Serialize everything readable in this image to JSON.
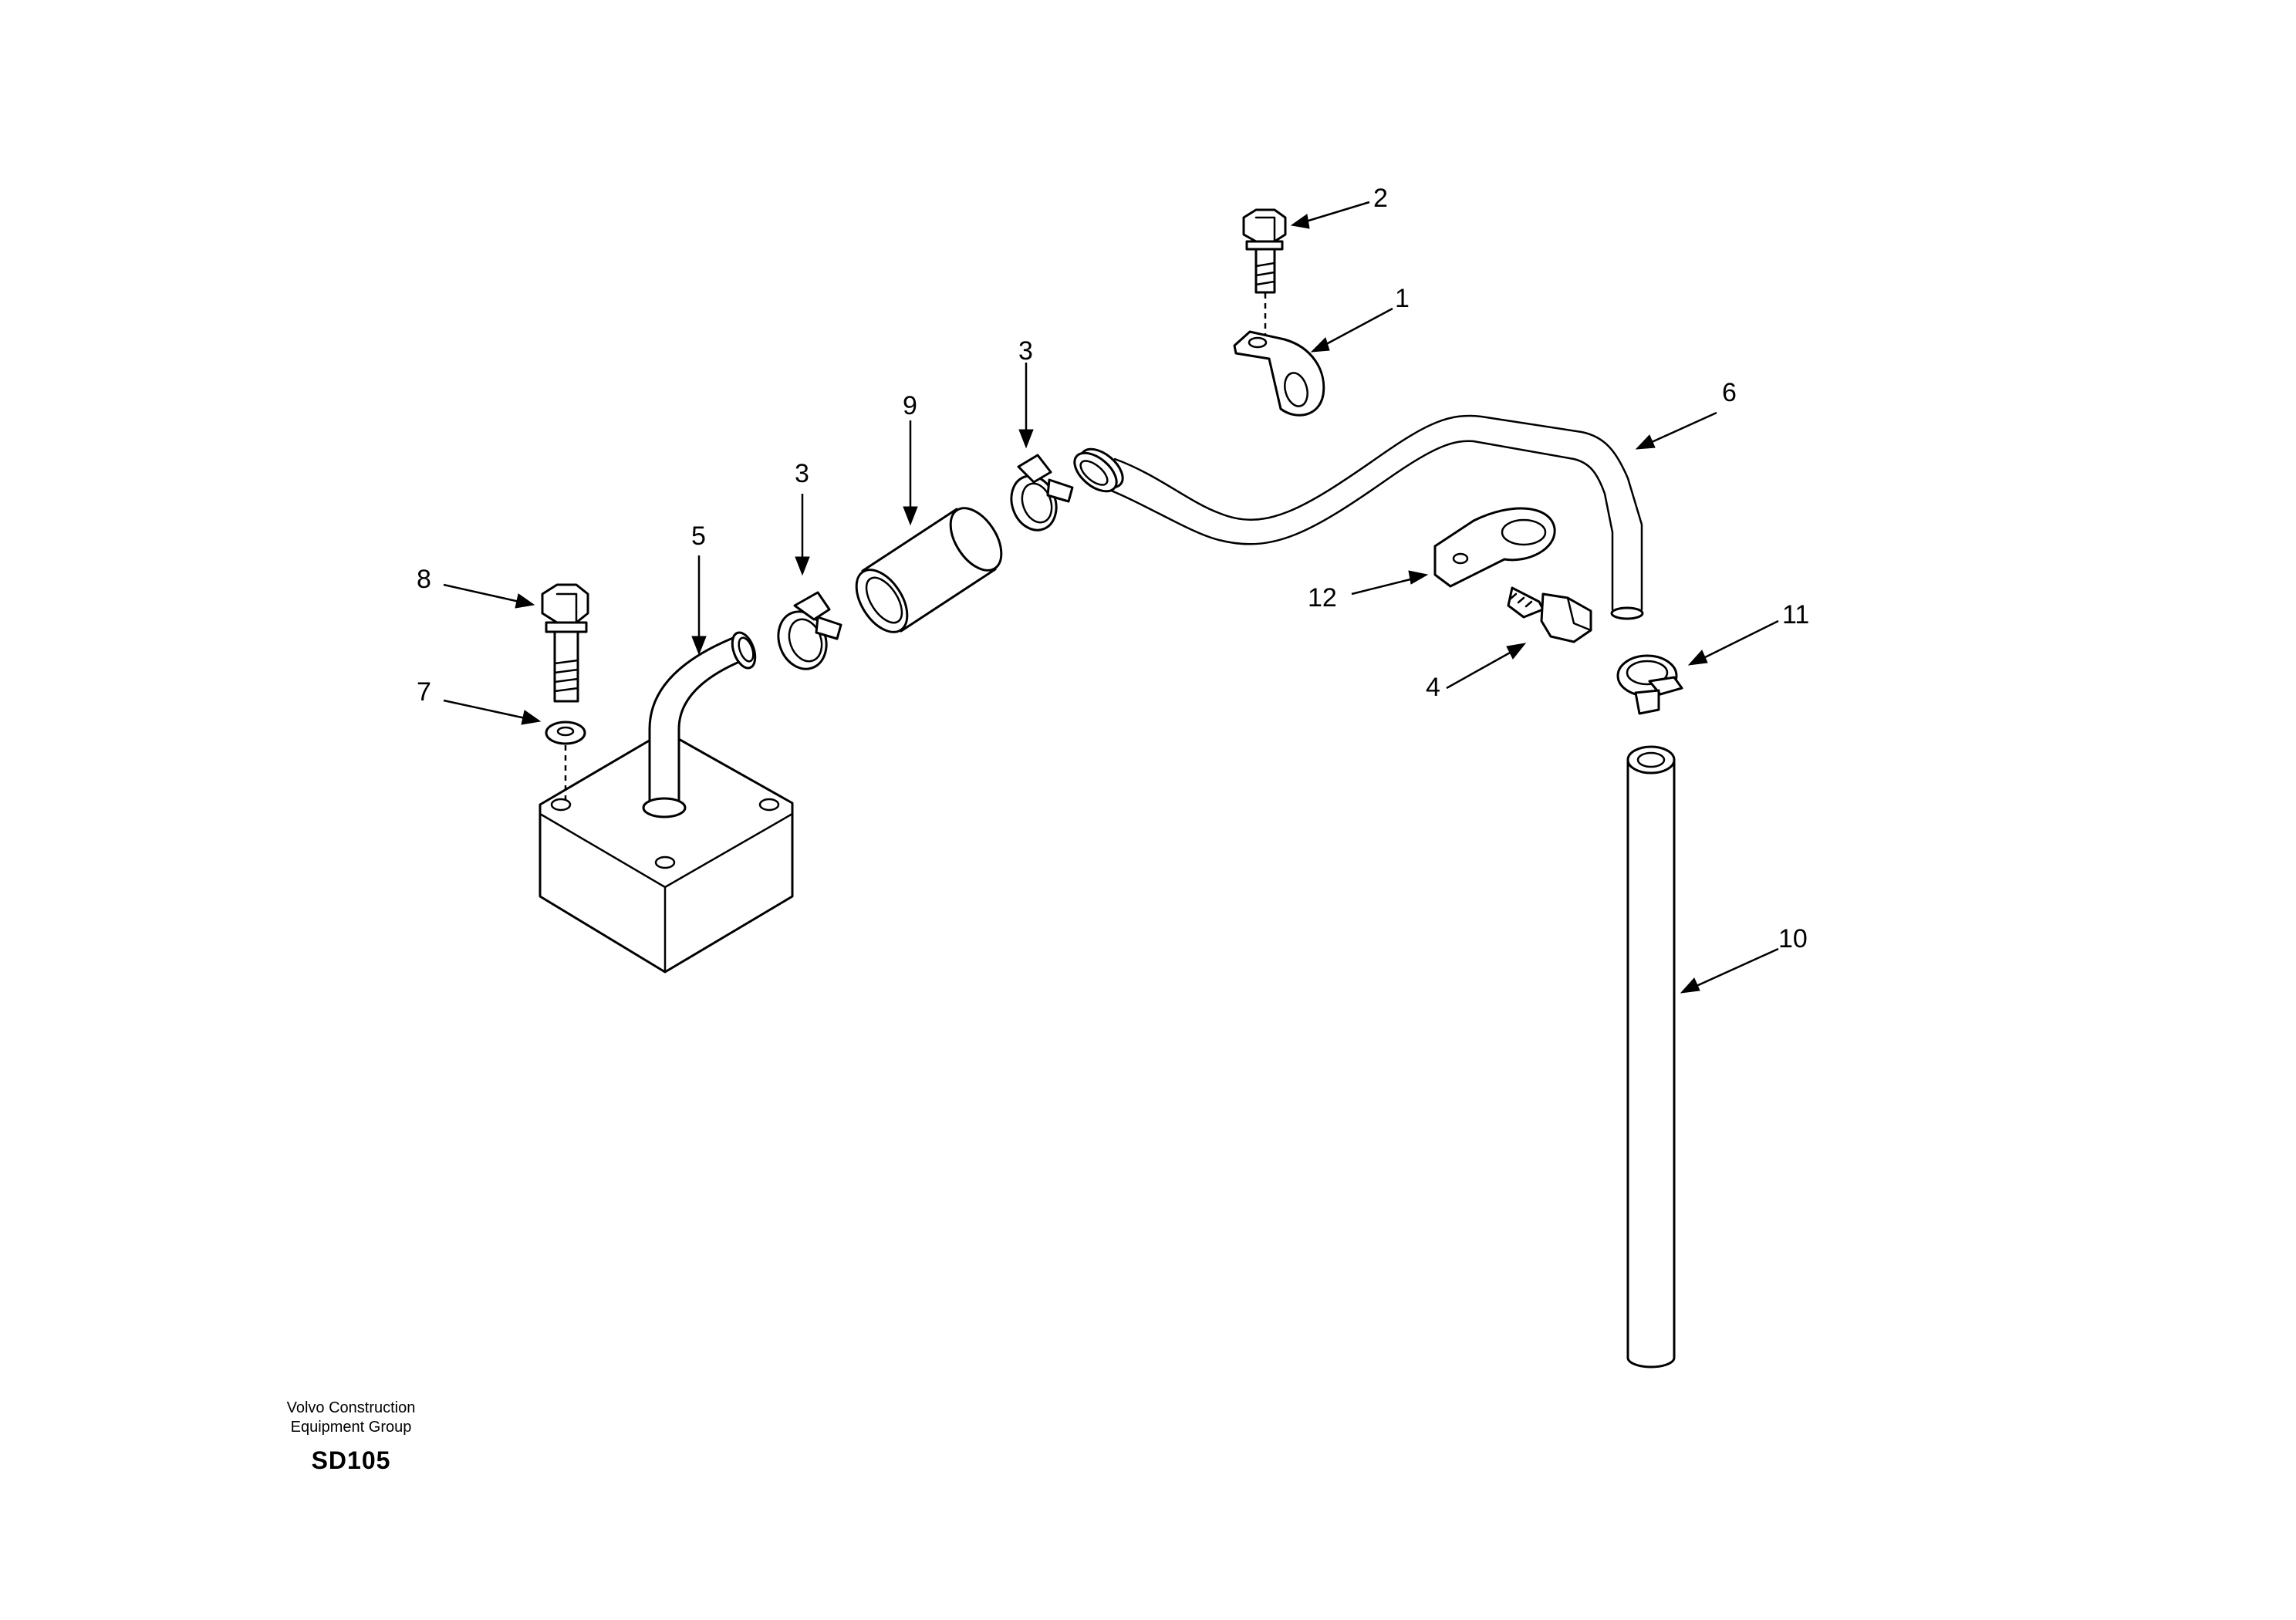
{
  "callouts": {
    "c1": "1",
    "c2": "2",
    "c3a": "3",
    "c3b": "3",
    "c4": "4",
    "c5": "5",
    "c6": "6",
    "c7": "7",
    "c8": "8",
    "c9": "9",
    "c10": "10",
    "c11": "11",
    "c12": "12"
  },
  "footer": {
    "company_line1": "Volvo Construction",
    "company_line2": "Equipment Group",
    "drawing_code": "SD105"
  }
}
